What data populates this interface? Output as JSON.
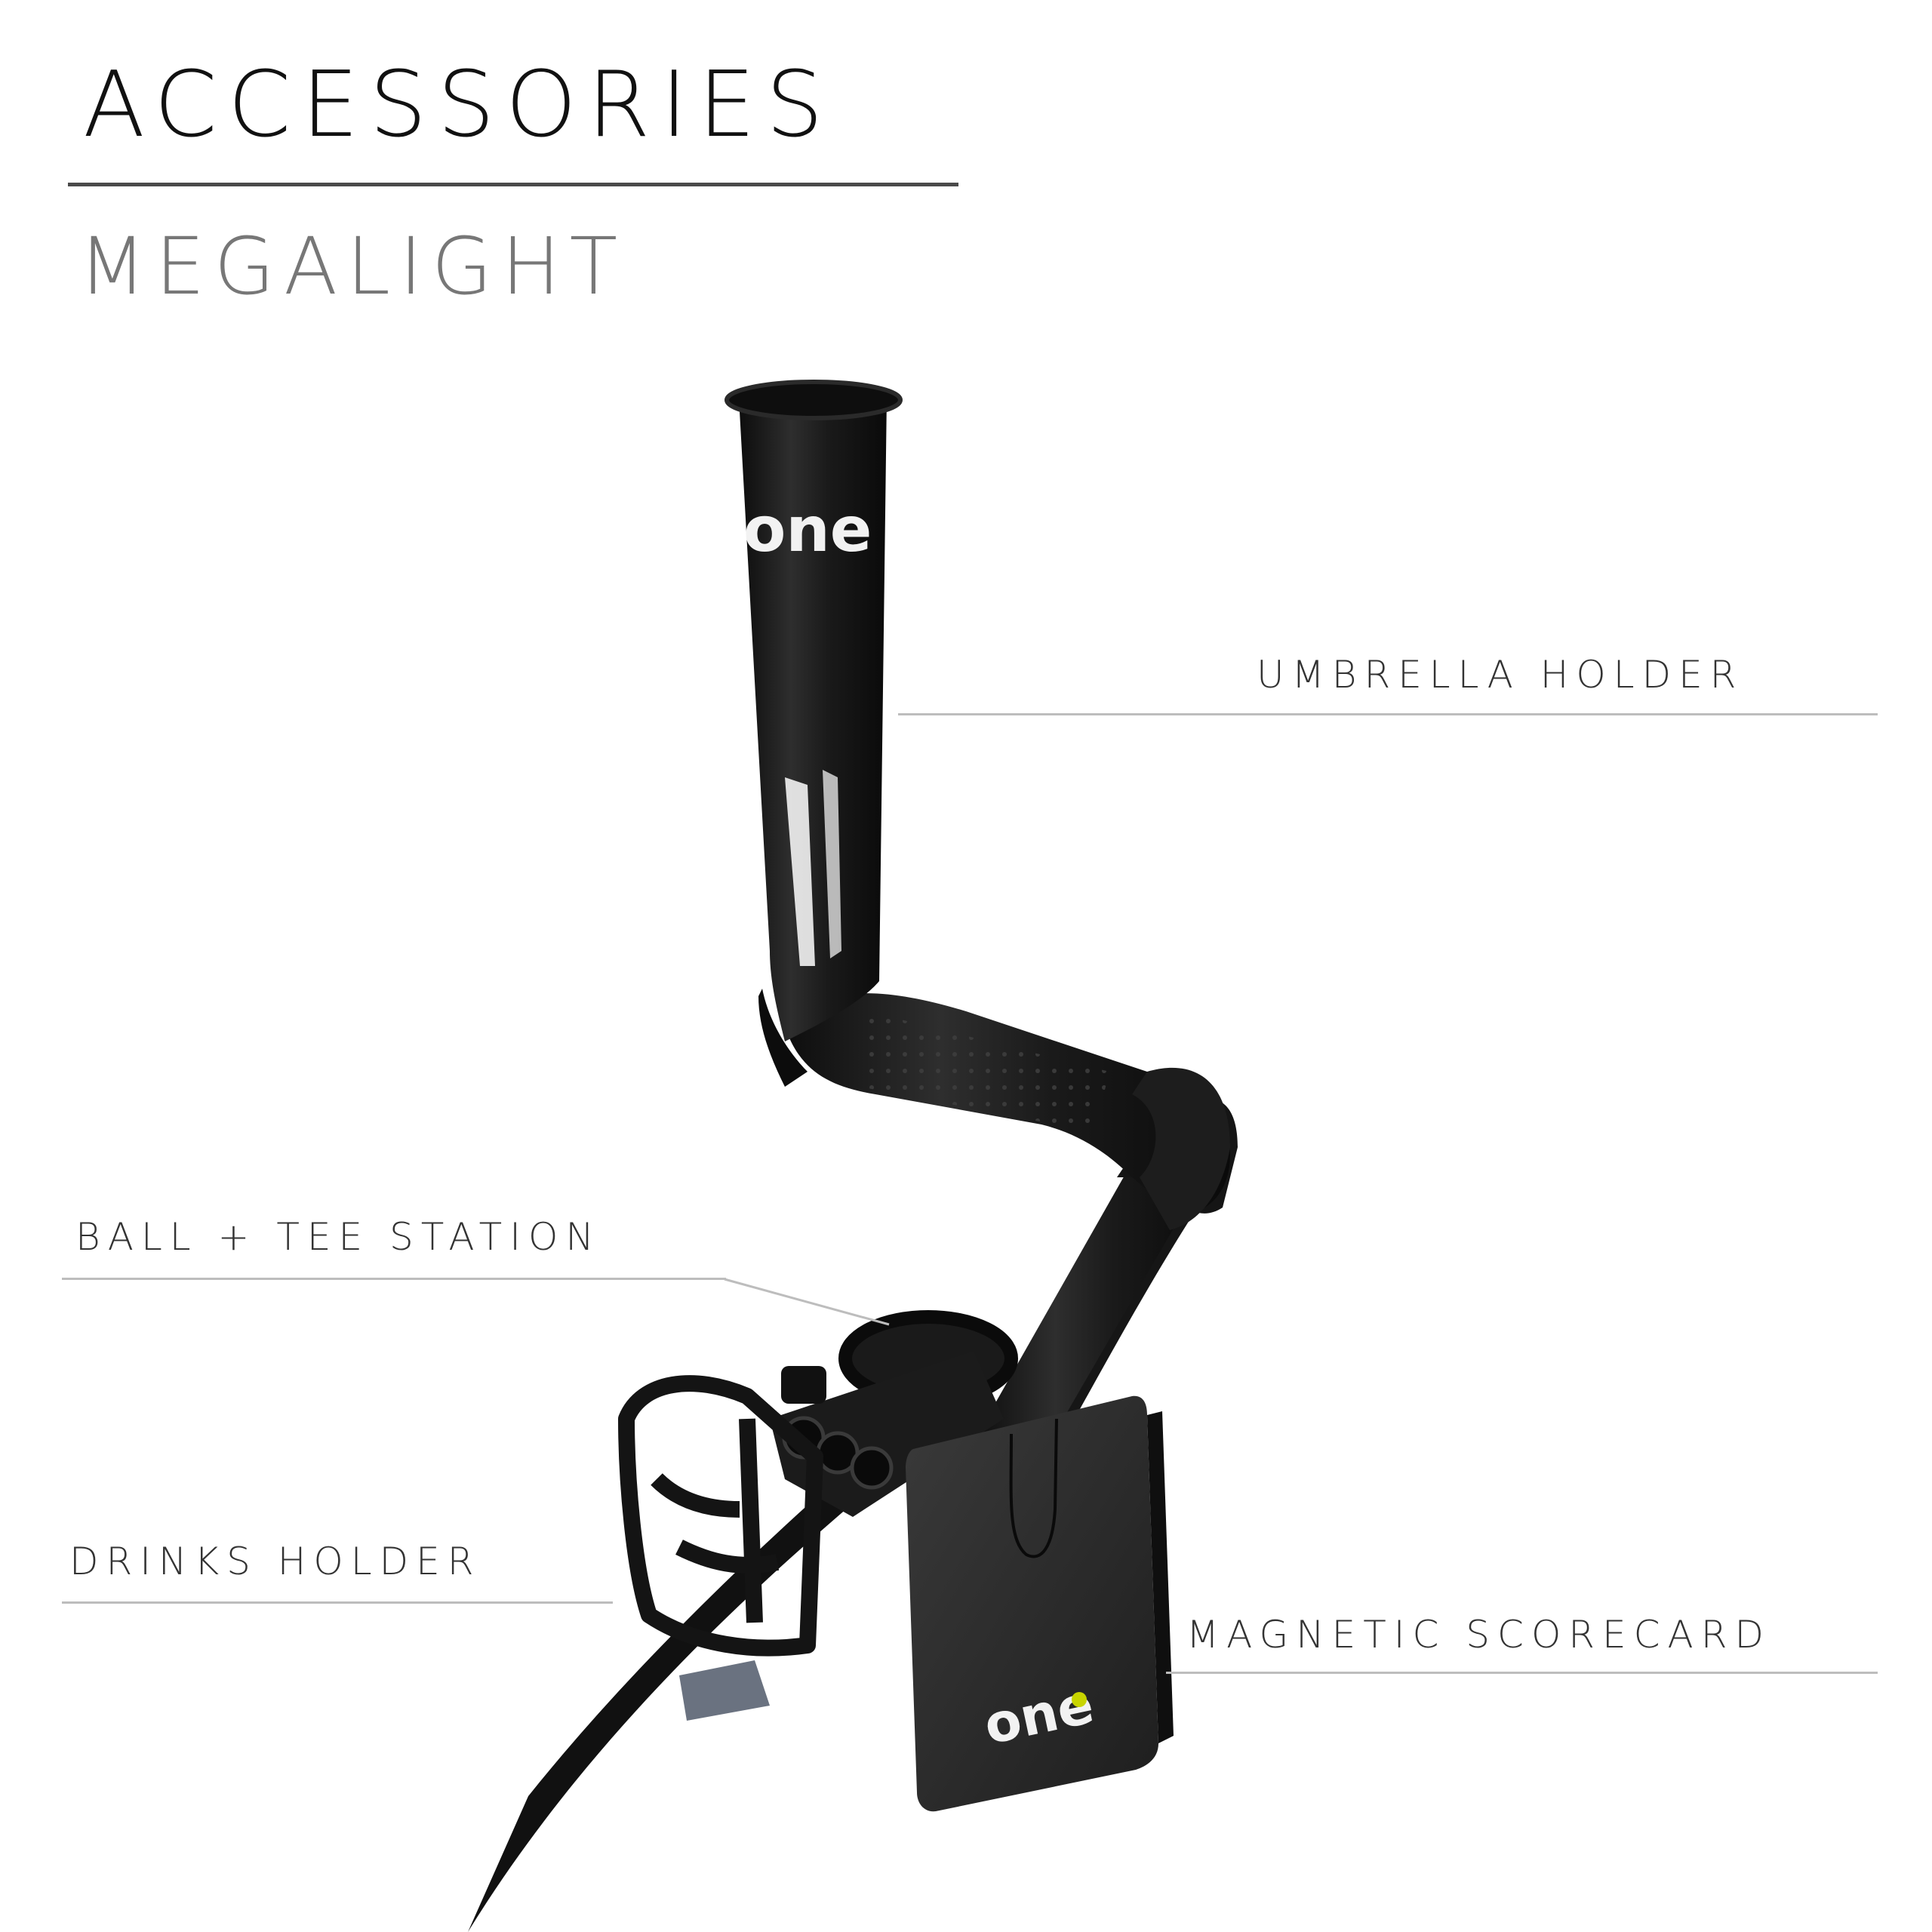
{
  "header": {
    "title": "ACCESSORIES",
    "subtitle": "MEGALIGHT"
  },
  "callouts": {
    "umbrella_holder": "UMBRELLA HOLDER",
    "ball_tee_station": "BALL + TEE STATION",
    "drinks_holder": "DRINKS HOLDER",
    "magnetic_scorecard": "MAGNETIC SCORECARD"
  },
  "brand": {
    "logo_text": "one",
    "accent_color": "#c8d400",
    "product_color": "#1c1c1c"
  }
}
